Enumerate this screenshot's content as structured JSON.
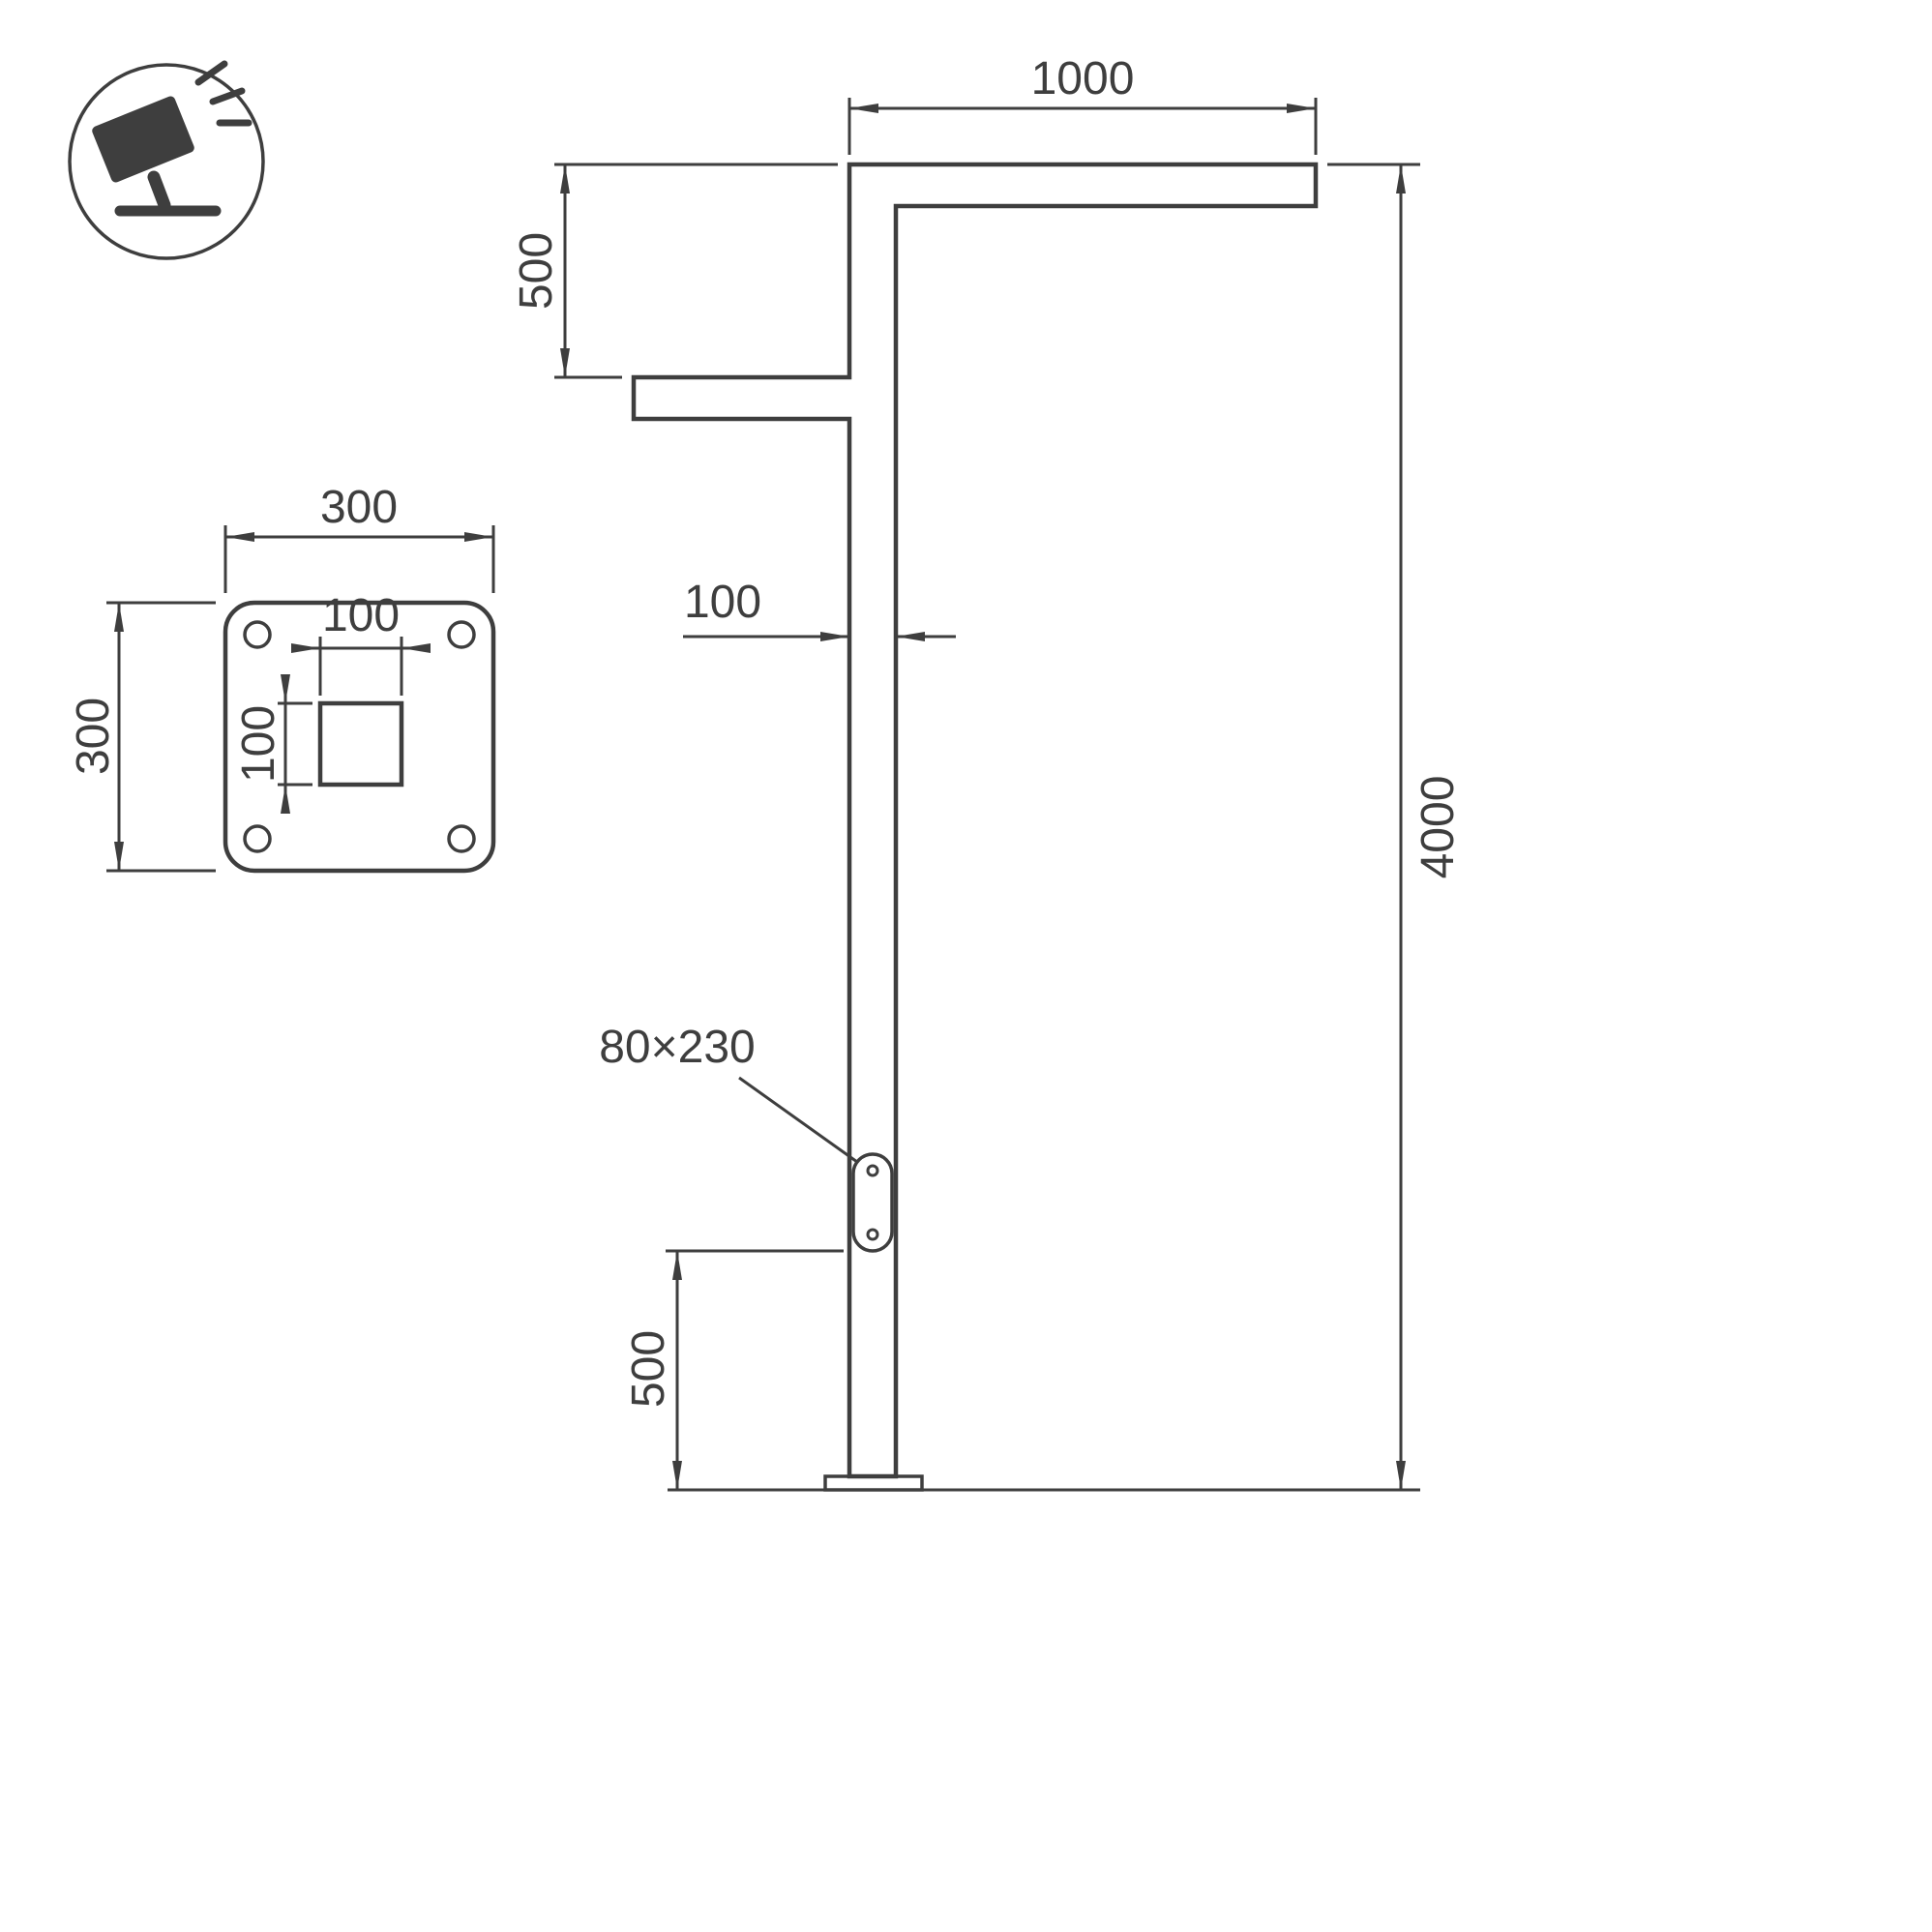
{
  "drawing": {
    "background": "#ffffff",
    "line_color": "#3e3e3e",
    "icons": {
      "badge": "floodlight-icon"
    },
    "labels": {
      "arm_length": "1000",
      "arm_offset": "500",
      "pole_width": "100",
      "pole_height": "4000",
      "door_size": "80×230",
      "door_elevation": "500",
      "plate_width": "300",
      "plate_height": "300",
      "hole_width": "100",
      "hole_height": "100"
    }
  }
}
